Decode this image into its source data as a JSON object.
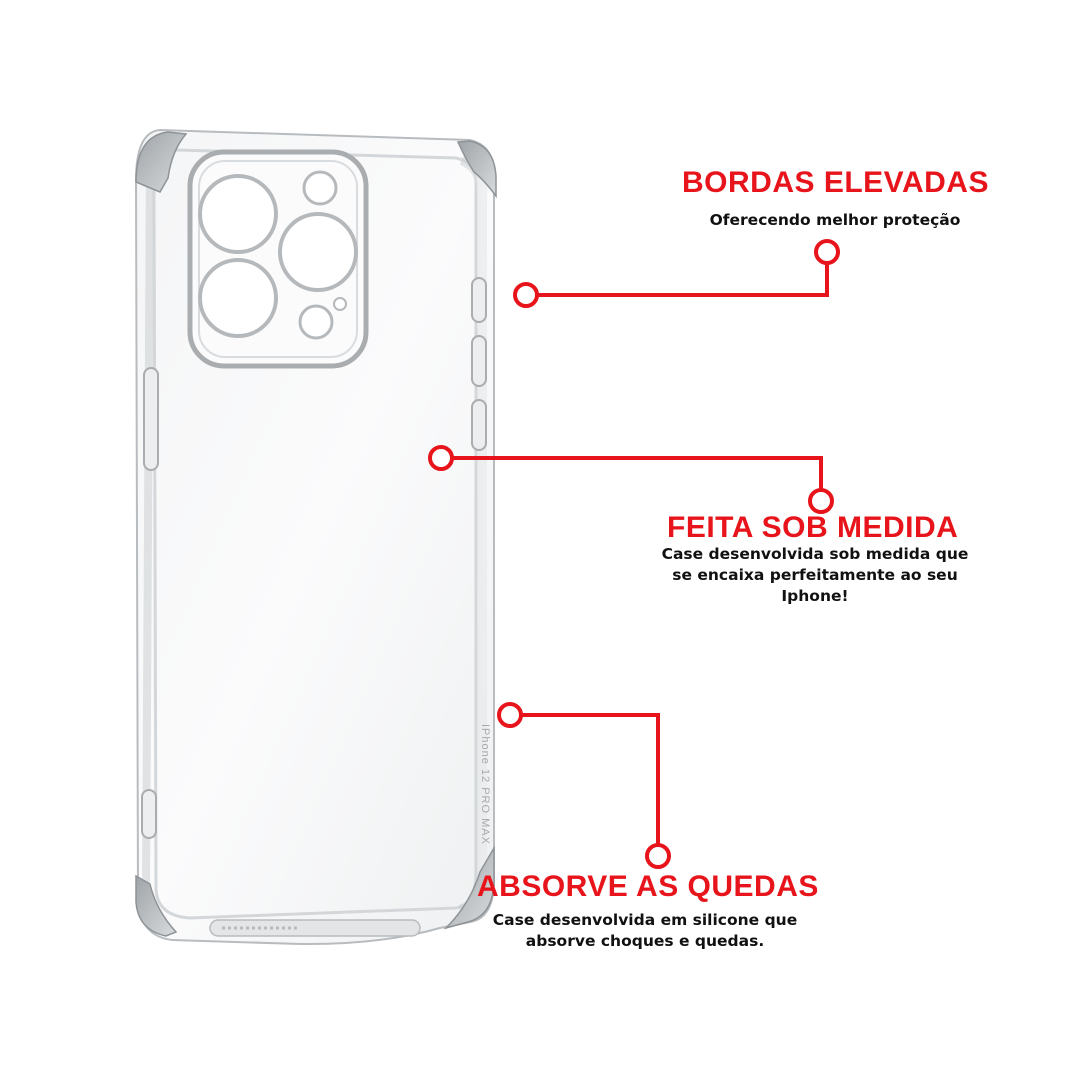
{
  "product": {
    "case_engraving": "IPhone 12 PRO MAX"
  },
  "colors": {
    "accent": "#e8141b",
    "text": "#111111",
    "background": "#ffffff"
  },
  "callouts": [
    {
      "title": "BORDAS ELEVADAS",
      "lines": [
        "Oferecendo melhor proteção"
      ]
    },
    {
      "title": "FEITA SOB MEDIDA",
      "lines": [
        "Case desenvolvida sob medida que",
        "se encaixa perfeitamente ao seu",
        "Iphone!"
      ]
    },
    {
      "title": "ABSORVE AS QUEDAS",
      "lines": [
        "Case desenvolvida em silicone que",
        "absorve choques e quedas."
      ]
    }
  ]
}
